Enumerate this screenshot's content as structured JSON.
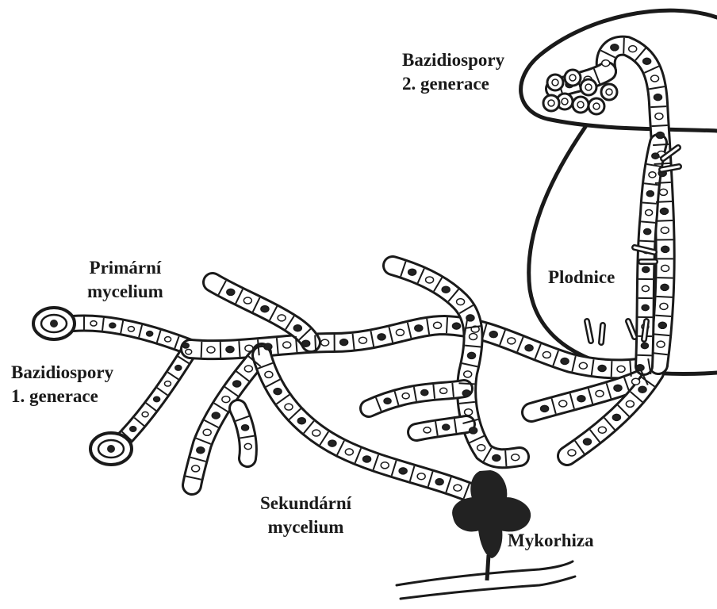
{
  "labels": {
    "bazidiospory_2": [
      "Bazidiospory",
      "2. generace"
    ],
    "primarni": [
      "Primární",
      "mycelium"
    ],
    "bazidiospory_1": [
      "Bazidiospory",
      "1. generace"
    ],
    "plodnice": "Plodnice",
    "sekundarni": [
      "Sekundární",
      "mycelium"
    ],
    "mykorhiza": "Mykorhiza"
  },
  "colors": {
    "line": "#1a1a1a",
    "fill": "#ffffff",
    "nucleus": "#222222",
    "mycorrhiza": "#222222"
  },
  "icons": {
    "spore": "spore-icon",
    "cap": "cap-icon",
    "mycorrhiza": "mycorrhiza-icon"
  }
}
